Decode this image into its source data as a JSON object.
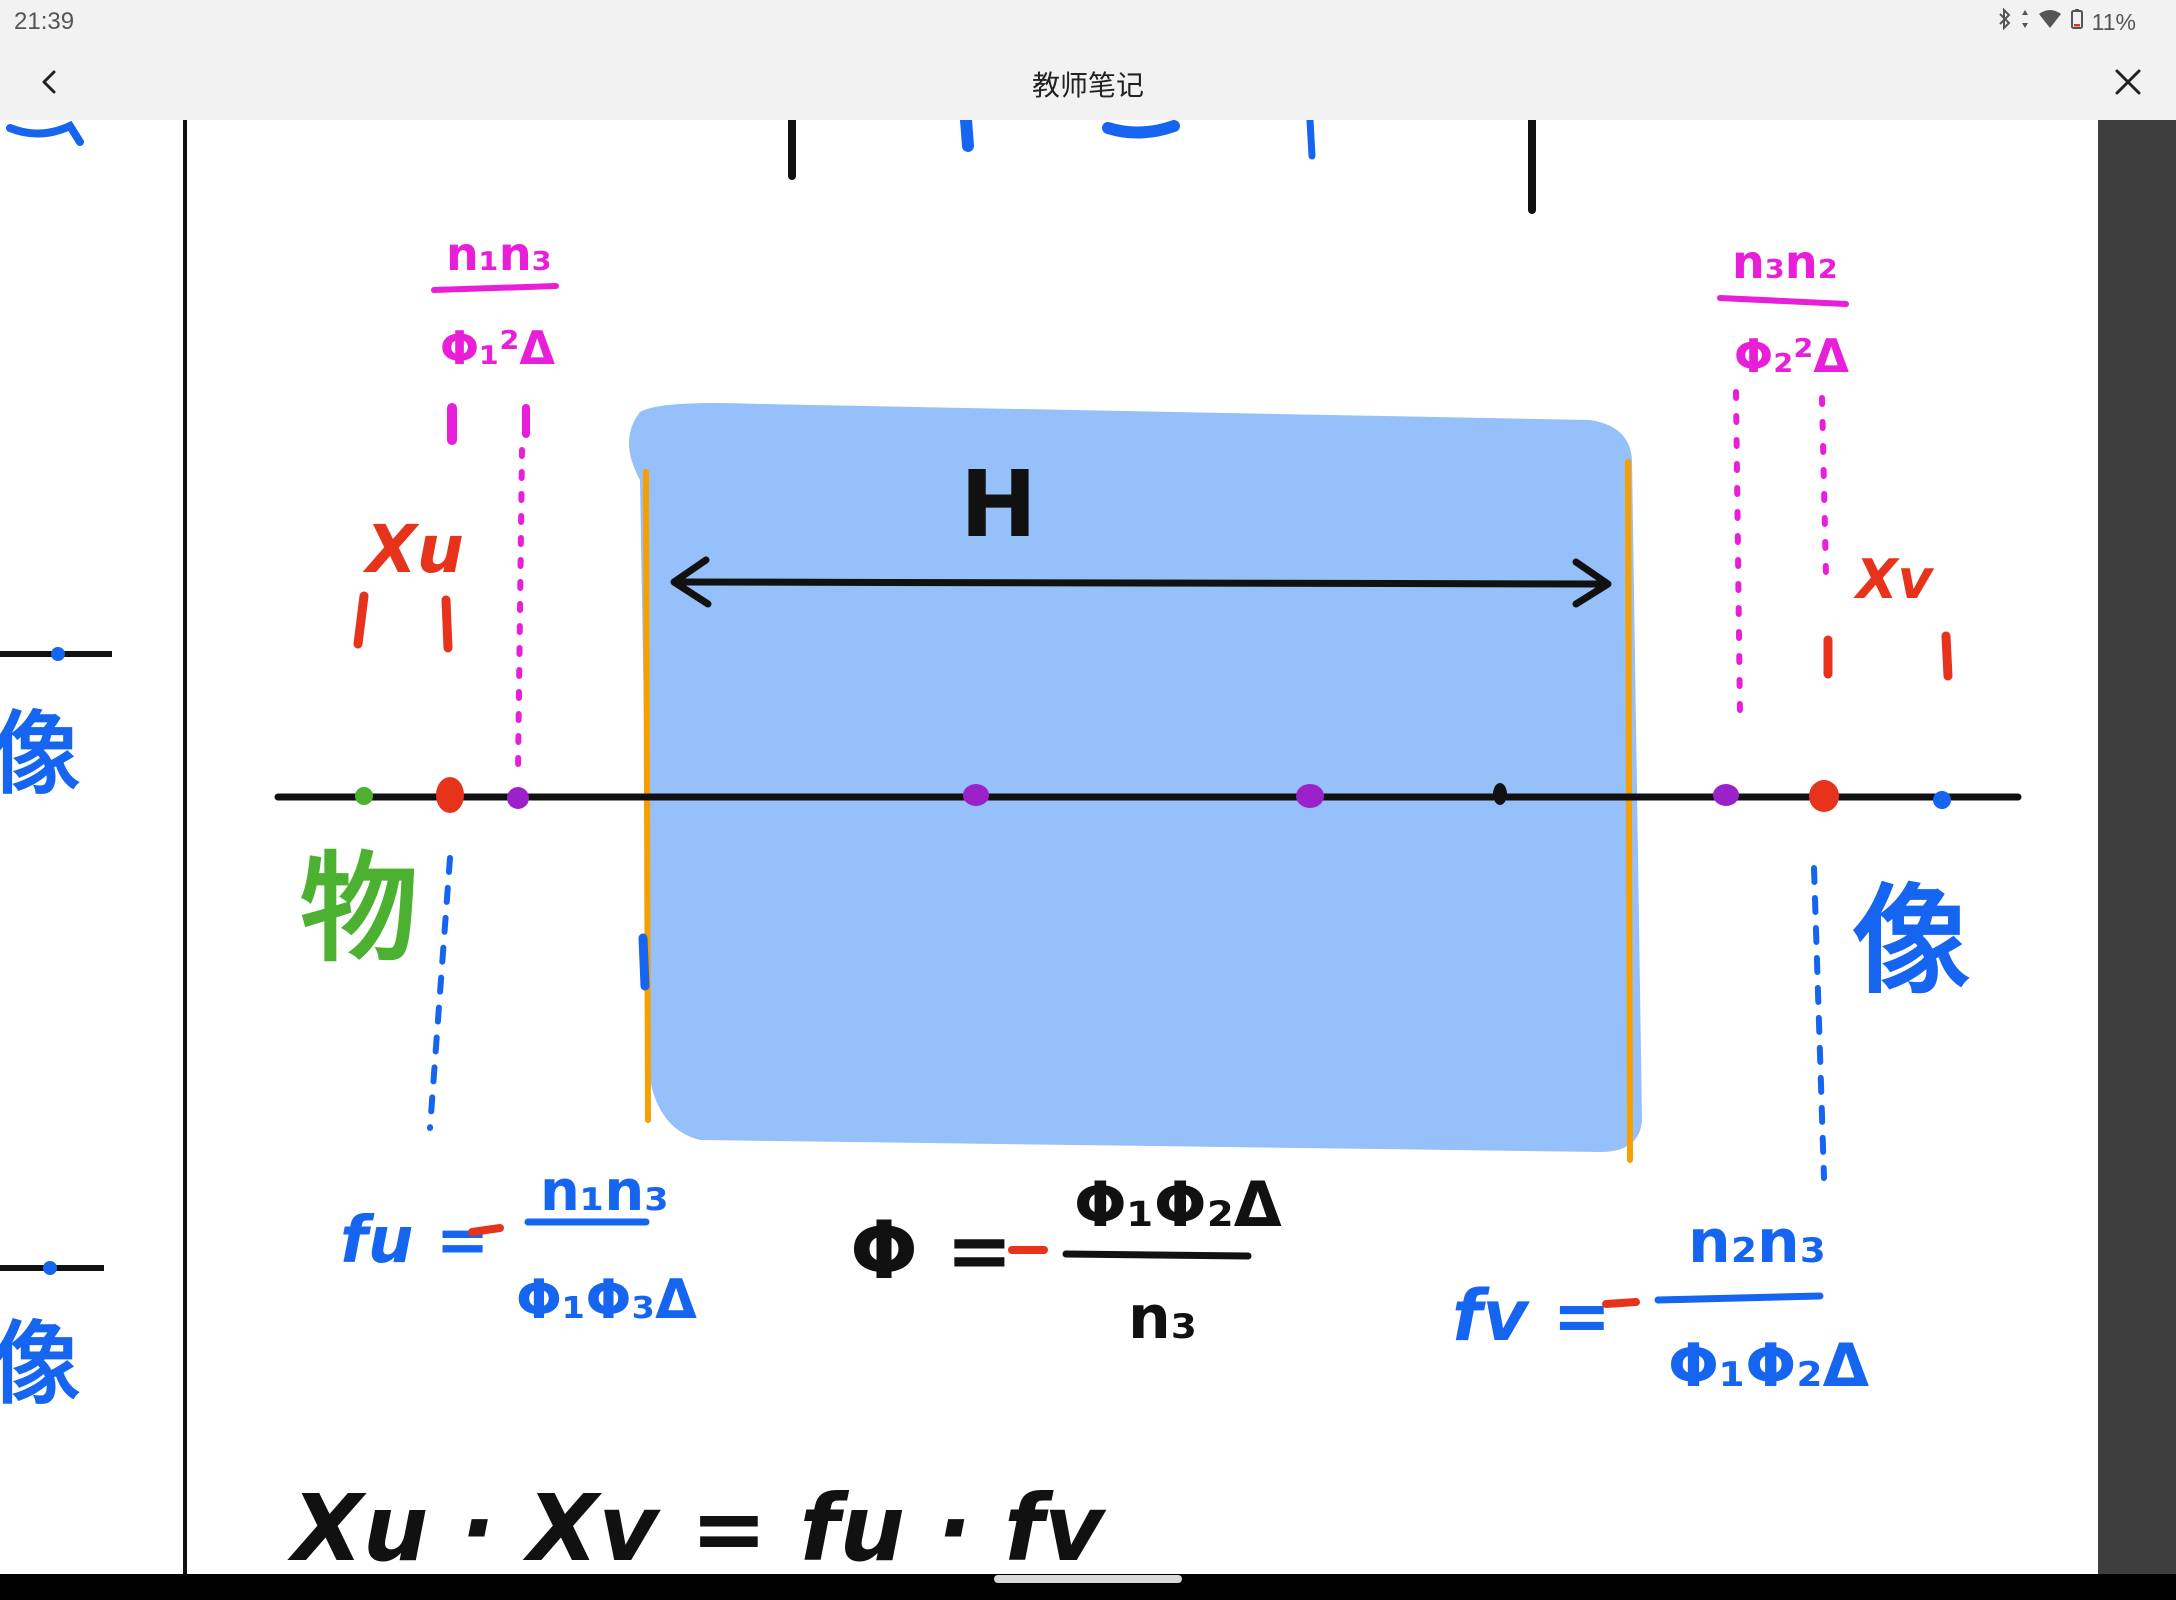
{
  "status_bar": {
    "time": "21:39",
    "battery": "11%",
    "icons": [
      "bluetooth-icon",
      "data-arrows-icon",
      "wifi-icon",
      "battery-icon"
    ]
  },
  "header": {
    "title": "教师笔记",
    "back_icon": "chevron-left-icon",
    "close_icon": "close-icon"
  },
  "note": {
    "object_label": "物",
    "image_label": "像",
    "width_label": "H",
    "x_u": "Xu",
    "x_v": "Xv",
    "left_top_frac_num": "n₁n₃",
    "left_top_frac_den": "Φ₁²Δ",
    "right_top_frac_num": "n₃n₂",
    "right_top_frac_den": "Φ₂²Δ",
    "f_u_lhs": "fu =",
    "f_u_num": "n₁n₃",
    "f_u_den": "Φ₁Φ₃Δ",
    "phi_lhs": "Φ =",
    "phi_num": "Φ₁Φ₂Δ",
    "phi_den": "n₃",
    "f_v_lhs": "fv =",
    "f_v_num": "n₂n₃",
    "f_v_den": "Φ₁Φ₂Δ",
    "bottom_formula": "Xu · Xv = fu · fv",
    "colors": {
      "ink_black": "#111111",
      "ink_blue": "#1565f0",
      "ink_red": "#e8331c",
      "ink_magenta": "#e81ed8",
      "ink_green": "#4cb030",
      "ink_purple": "#9a22c8",
      "ink_orange": "#f5a000",
      "lens_fill": "#95c0fa"
    }
  }
}
